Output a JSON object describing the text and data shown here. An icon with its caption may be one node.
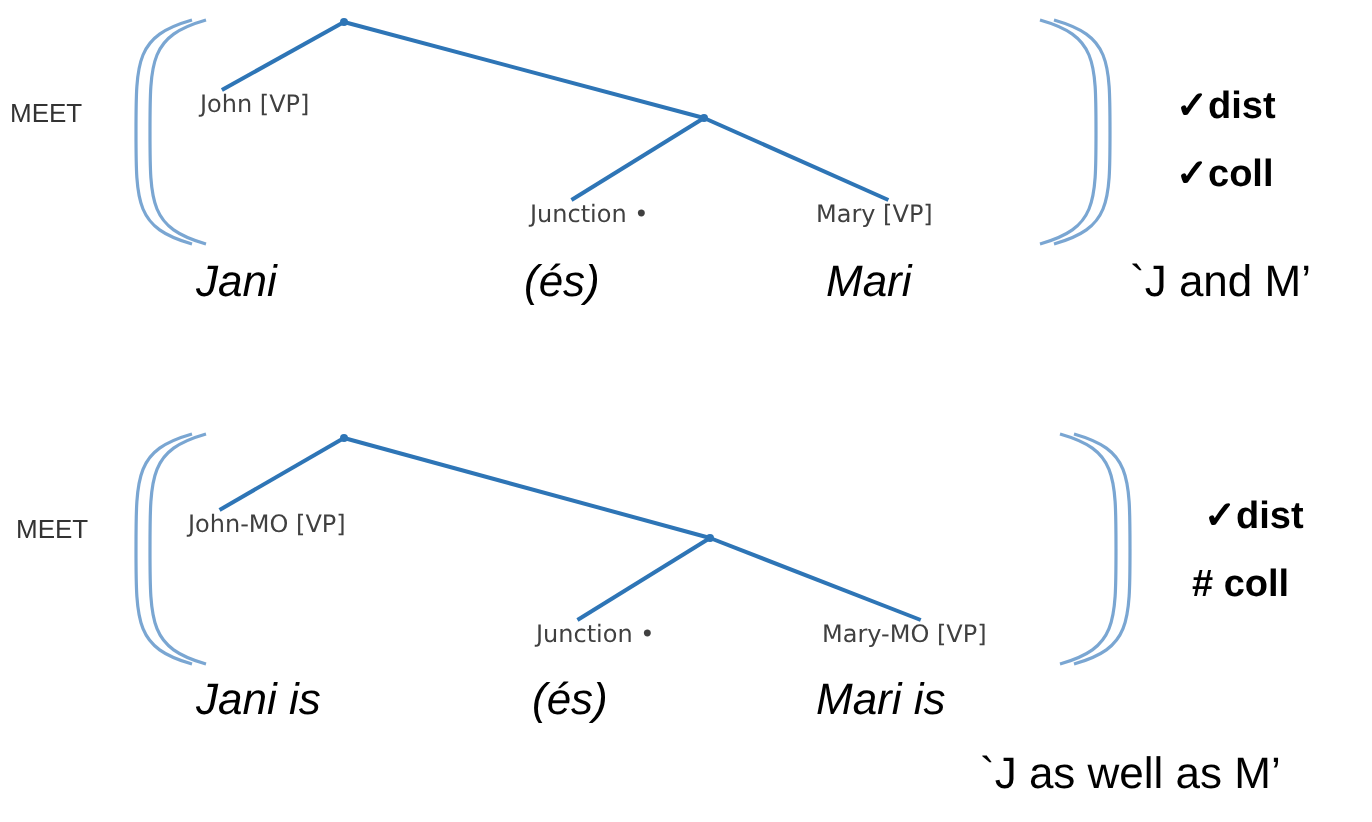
{
  "diagram": {
    "nodes": [
      {
        "text": [],
        "shape": "point"
      },
      {
        "text": [
          "John [VP]"
        ]
      },
      {
        "text": [],
        "shape": "point"
      },
      {
        "text": [
          "Junction •"
        ]
      },
      {
        "text": [
          "Mary [VP]"
        ]
      },
      {
        "text": [],
        "shape": "point"
      },
      {
        "text": [
          "John-MO [VP]"
        ]
      },
      {
        "text": [],
        "shape": "point"
      },
      {
        "text": [
          "Junction •"
        ]
      },
      {
        "text": [
          "Mary-MO [VP]"
        ]
      }
    ],
    "edges": [
      {
        "from": 0,
        "to": 1,
        "arrow": "none"
      },
      {
        "from": 0,
        "to": 2,
        "arrow": "none"
      },
      {
        "from": 2,
        "to": 3,
        "arrow": "none"
      },
      {
        "from": 2,
        "to": 4,
        "arrow": "none"
      },
      {
        "from": 5,
        "to": 6,
        "arrow": "none"
      },
      {
        "from": 5,
        "to": 7,
        "arrow": "none"
      },
      {
        "from": 7,
        "to": 8,
        "arrow": "none"
      },
      {
        "from": 7,
        "to": 9,
        "arrow": "none"
      }
    ],
    "labels": [
      "MEET",
      "✓dist",
      "✓coll",
      "Jani",
      "(és)",
      "Mari",
      "`J and M’",
      "MEET",
      "✓dist",
      "# coll",
      "Jani is",
      "(és)",
      "Mari is",
      "`J as well as M’"
    ]
  }
}
